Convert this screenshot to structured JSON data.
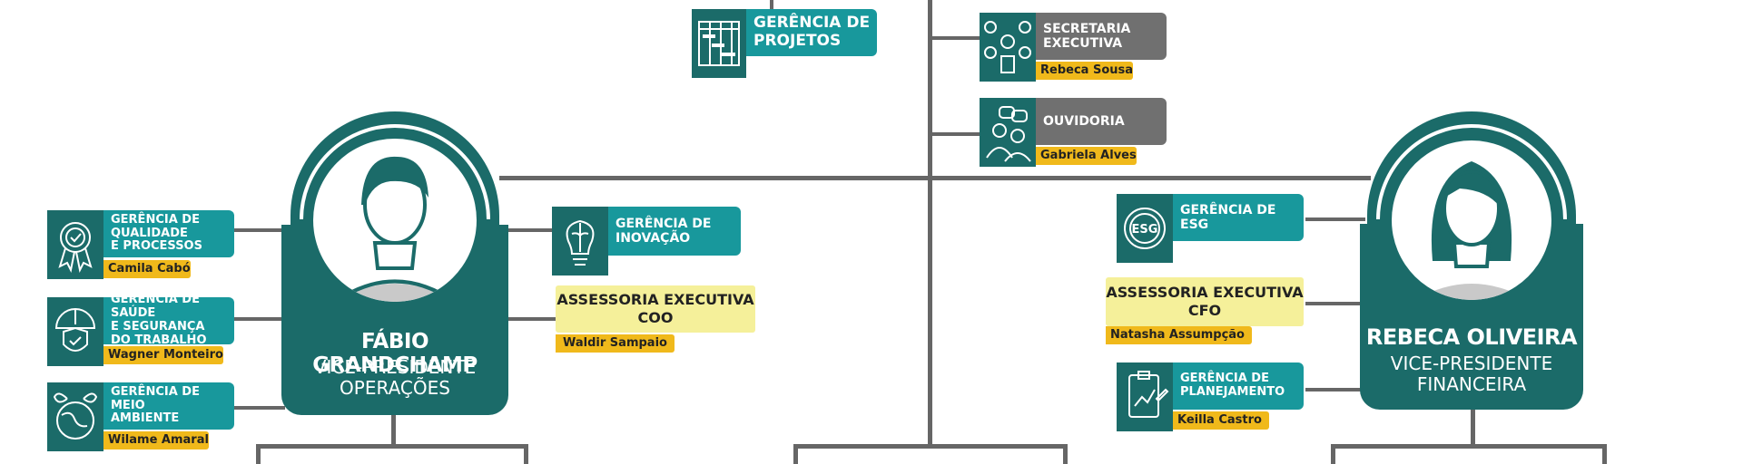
{
  "colors": {
    "teal_dark": "#1b6b69",
    "teal": "#18989c",
    "gray": "#707070",
    "yellow": "#f0b91b",
    "yellow_light": "#f5f09a",
    "line": "#666666"
  },
  "vps": {
    "left": {
      "name": "FÁBIO GRANDCHAMP",
      "title": "VICE-PRESIDENTE\nOPERAÇÕES",
      "avatar": "male-avatar-icon"
    },
    "right": {
      "name": "REBECA OLIVEIRA",
      "title": "VICE-PRESIDENTE\nFINANCEIRA",
      "avatar": "female-avatar-icon"
    }
  },
  "top": {
    "projetos": {
      "label": "GERÊNCIA DE\nPROJETOS",
      "icon": "gantt-chart-icon"
    },
    "secretaria": {
      "label": "SECRETARIA\nEXECUTIVA",
      "person": "Rebeca Sousa",
      "icon": "admin-icon"
    },
    "ouvidoria": {
      "label": "OUVIDORIA",
      "person": "Gabriela Alves",
      "icon": "conversation-icon"
    }
  },
  "left_units": [
    {
      "label": "GERÊNCIA DE\nQUALIDADE\nE PROCESSOS",
      "person": "Camila Cabó",
      "icon": "quality-badge-icon"
    },
    {
      "label": "GERÊNCIA DE SAÚDE\nE SEGURANÇA\nDO TRABALHO",
      "person": "Wagner Monteiro",
      "icon": "safety-helmet-icon"
    },
    {
      "label": "GERÊNCIA DE MEIO\nAMBIENTE",
      "person": "Wilame Amaral",
      "icon": "globe-leaf-icon"
    }
  ],
  "inovacao": {
    "label": "GERÊNCIA DE\nINOVAÇÃO",
    "icon": "brain-bulb-icon"
  },
  "assess_coo": {
    "label": "ASSESSORIA EXECUTIVA\nCOO",
    "person": "Waldir Sampaio"
  },
  "right_units": {
    "esg": {
      "label": "GERÊNCIA DE\nESG",
      "icon": "esg-icon"
    },
    "cfo": {
      "label": "ASSESSORIA EXECUTIVA\nCFO",
      "person": "Natasha Assumpção"
    },
    "planejamento": {
      "label": "GERÊNCIA DE\nPLANEJAMENTO",
      "person": "Keilla Castro",
      "icon": "planning-clipboard-icon"
    }
  }
}
